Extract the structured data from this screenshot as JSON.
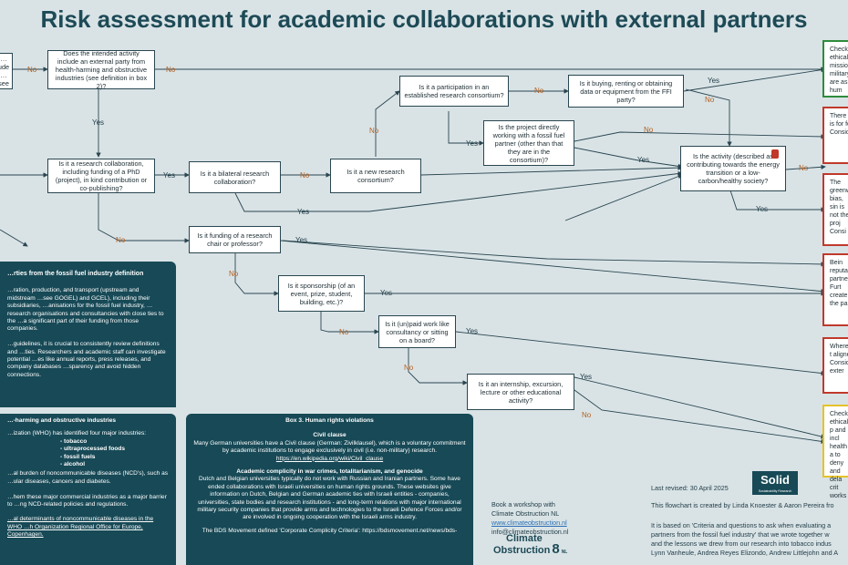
{
  "title": "Risk assessment for academic collaborations with external partners",
  "nodes": {
    "n_top_left": "…ude\n…see",
    "n_q1": "Does the intended activity include an external party from health-harming and obstructive industries (see definition in box 2)?",
    "n_q2": "Is it a research collaboration, including funding of a PhD (project), in kind contribution or co-publishing?",
    "n_q3": "Is it a bilateral research collaboration?",
    "n_q4": "Is it a new research consortium?",
    "n_q5": "Is it a participation in an established research consortium?",
    "n_q6": "Is it buying, renting or obtaining data or equipment from the FFI party?",
    "n_q7": "Is the project directly working with a fossil fuel partner (other than that they are in the consortium)?",
    "n_q8": "Is the activity (described as contributing towards the energy transition or a low-carbon/healthy society?",
    "n_q9": "Is it funding of a research chair or professor?",
    "n_q10": "Is it sponsorship (of an event, prize, student, building, etc.)?",
    "n_q11": "Is it (un)paid work like consultancy or sitting on a board?",
    "n_q12": "Is it an internship, excursion, lecture or other educational activity?"
  },
  "edge_labels": {
    "no": "No",
    "yes": "Yes"
  },
  "outcomes": [
    {
      "text": "Check ethical mission military are as hum",
      "color": "#2e8b3c"
    },
    {
      "text": "There is for fo Consic",
      "color": "#c0392b"
    },
    {
      "text": "The greenw bias, sin is not the proj Consi",
      "color": "#c0392b"
    },
    {
      "text": "Bein reputa partne Furt create the pa",
      "color": "#c0392b"
    },
    {
      "text": "Where t aligne Conside exter",
      "color": "#c0392b"
    },
    {
      "text": "Check ethical p and incl health a to deny and dela crit works",
      "color": "#e6c229"
    }
  ],
  "panels": {
    "box1_title": "…rties from the fossil fuel industry definition",
    "box1_body": "…ration, production, and transport (upstream and midstream …see GOGEL) and GCEL), including their subsidiaries, …anisations for the fossil fuel industry, …research organisations and consultancies with close ties to the …a significant part of their funding from those companies.\n\n…guidelines, it is crucial to consistently review definitions and …ties. Researchers and academic staff can investigate potential …es like annual reports, press releases, and company databases …sparency and avoid hidden connections.",
    "box2_title": "…-harming and obstructive industries",
    "box2_intro": "…ization (WHO) has identified four major industries:",
    "box2_list": [
      "- tobacco",
      "- ultraprocessed foods",
      "- fossil fuels",
      "- alcohol"
    ],
    "box2_body": "…al burden of noncommunicable diseases (NCD's), such as …ular diseases, cancers and diabetes.\n\n…hem these major commercial industries as a major barrier to …ng NCD-related policies and regulations.",
    "box2_link": "…al determinants of noncommunicable diseases in the WHO …h Organization Regional Office for Europe, Copenhagen.",
    "box3_title": "Box 3. Human rights violations",
    "box3_sub1": "Civil clause",
    "box3_p1": "Many German universities have a Civil clause (German: Zivilklausel), which is a voluntary commitment by academic institutions to engage exclusively in civil (i.e. non-military) research.",
    "box3_link1": "https://en.wikipedia.org/wiki/Civil_clause",
    "box3_sub2": "Academic complicity in war crimes, totalitarianism, and genocide",
    "box3_p2": "Dutch and Belgian universities typically do not work with Russian and Iranian partners. Some have ended collaborations with Israeli universities on human rights grounds. These websites give information on Dutch, Belgian and German academic ties with Israeli entities - companies, universities, state bodies and research institutions - and long-term relations with major international military security companies that provide arms and technologies to the Israeli Defence Forces and/or are involved in ongoing cooperation with the Israeli arms industry.",
    "box3_p3": "The BDS Movement defined 'Corporate Complicity Criteria': https://bdsmovement.net/news/bds-"
  },
  "footer": {
    "workshop_1": "Book a workshop with",
    "workshop_2": "Climate Obstruction NL",
    "workshop_link": "www.climateobstruction.nl",
    "workshop_mail": "info@climateobstruction.nl",
    "logo_co_1": "Climate",
    "logo_co_2": "Obstruction",
    "logo_co_nl": "NL",
    "revised": "Last revised: 30 April 2025",
    "solid_logo": "Solid",
    "solid_sub": "Sustainability Research",
    "credit": "This flowchart is created by Linda Knoester & Aaron Pereira fro",
    "based_1": "It is based on 'Criteria and questions to ask when evaluating a",
    "based_2": "partners from the fossil fuel industry' that we wrote together w",
    "based_3": "and the lessons we drew from our research into tobacco indus",
    "based_4": "Lynn Vanheule, Andrea Reyes Elizondo, Andrew Littlejohn and A"
  }
}
